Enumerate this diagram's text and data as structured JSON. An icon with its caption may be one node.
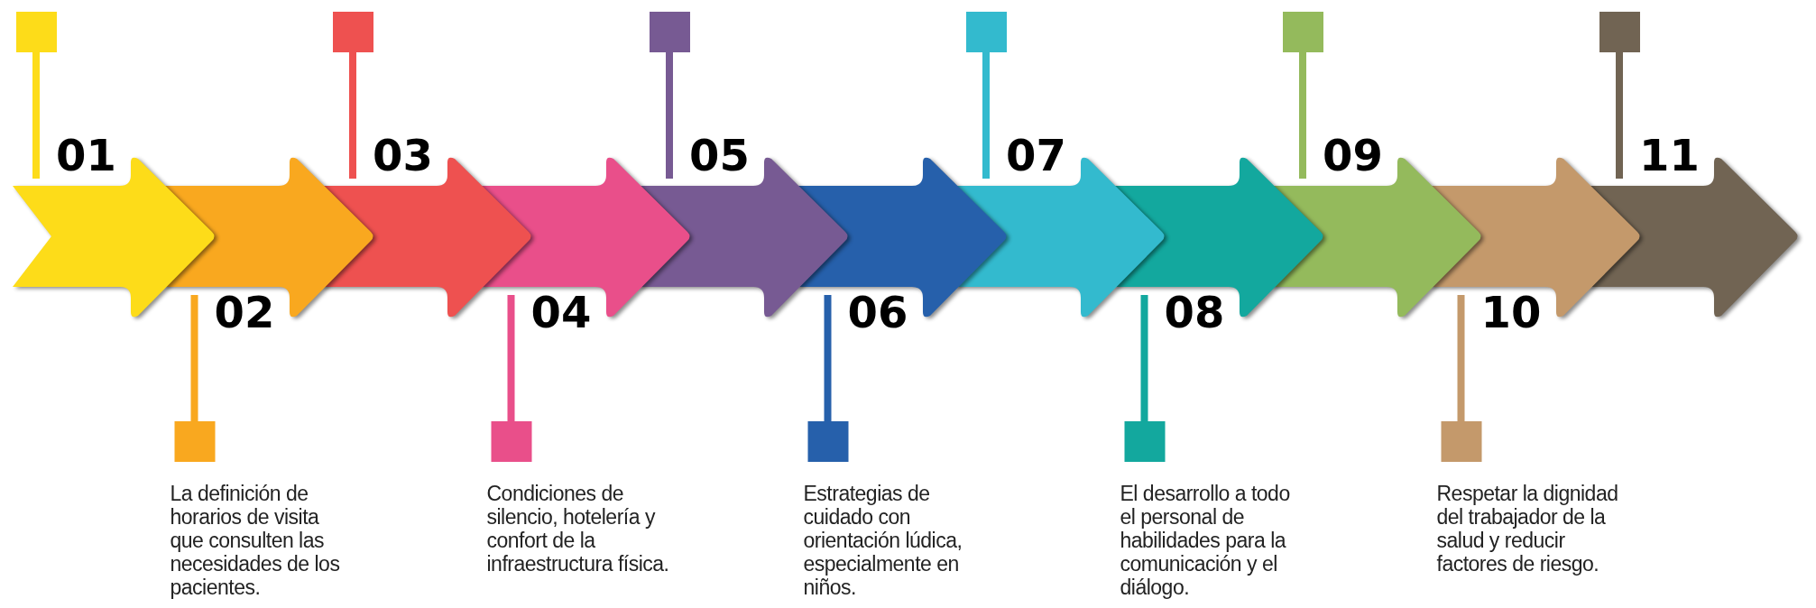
{
  "diagram": {
    "nodes": [
      {
        "text": [
          "01"
        ]
      },
      {
        "text": [
          "02"
        ]
      },
      {
        "text": [
          "03"
        ]
      },
      {
        "text": [
          "04"
        ]
      },
      {
        "text": [
          "05"
        ]
      },
      {
        "text": [
          "06"
        ]
      },
      {
        "text": [
          "07"
        ]
      },
      {
        "text": [
          "08"
        ]
      },
      {
        "text": [
          "09"
        ]
      },
      {
        "text": [
          "10"
        ]
      },
      {
        "text": [
          "11"
        ]
      }
    ],
    "labels": [
      "La definición de horarios de visita que consulten las necesidades de los pacientes.",
      "Condiciones de silencio, hotelería y confort de la infraestructura física.",
      "Estrategias de cuidado con orientación lúdica, especialmente en niños.",
      "El desarrollo a todo el personal de habilidades para la comunicación y el diálogo.",
      "Respetar la dignidad del trabajador de la salud y reducir factores de riesgo."
    ]
  }
}
